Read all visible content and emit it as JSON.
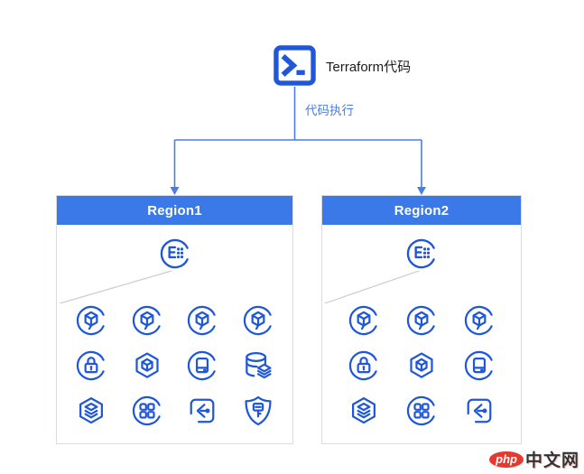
{
  "diagram": {
    "terraform_label": "Terraform代码",
    "execution_label": "代码执行"
  },
  "colors": {
    "icon_blue": "#1f57d8",
    "header_blue": "#3b79e8",
    "connector_blue": "#4a7de8",
    "fan_gray": "#cfcfcf",
    "box_border": "#d9dce2",
    "badge_red": "#e6392e"
  },
  "regions": [
    {
      "title": "Region1",
      "root_icon": "enterprise-project-icon",
      "icon_rows": [
        [
          "ecs-icon",
          "ecs-icon",
          "ecs-icon",
          "ecs-icon"
        ],
        [
          "lock-icon",
          "hex-cube-icon",
          "server-icon",
          "database-layers-icon"
        ],
        [
          "hex-layers-icon",
          "quadrant-grid-icon",
          "gateway-icon",
          "shield-key-icon"
        ]
      ]
    },
    {
      "title": "Region2",
      "root_icon": "enterprise-project-icon",
      "icon_rows": [
        [
          "ecs-icon",
          "ecs-icon",
          "ecs-icon"
        ],
        [
          "lock-icon",
          "hex-cube-icon",
          "server-icon"
        ],
        [
          "hex-layers-icon",
          "quadrant-grid-icon",
          "gateway-icon"
        ]
      ]
    }
  ],
  "watermark": {
    "badge": "php",
    "text": "中文网"
  }
}
